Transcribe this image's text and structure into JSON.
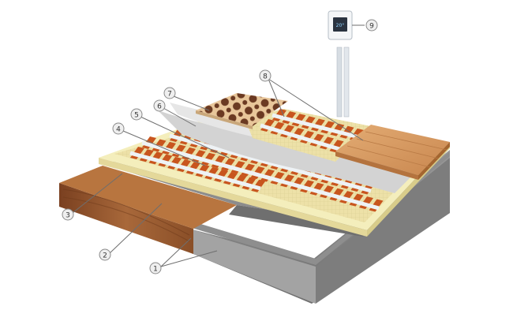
{
  "diagram": {
    "callouts": [
      {
        "id": "c1",
        "label": "1"
      },
      {
        "id": "c2",
        "label": "2"
      },
      {
        "id": "c3",
        "label": "3"
      },
      {
        "id": "c4",
        "label": "4"
      },
      {
        "id": "c5",
        "label": "5"
      },
      {
        "id": "c6",
        "label": "6"
      },
      {
        "id": "c7",
        "label": "7"
      },
      {
        "id": "c8",
        "label": "8"
      },
      {
        "id": "c9",
        "label": "9"
      }
    ],
    "thermostat_display": "20°"
  },
  "colors": {
    "concrete": "#8e8e8e",
    "screed": "#b3b3b3",
    "insulation": "#f4eebc",
    "mesh": "#e2d7a0",
    "cable": "#c8551e",
    "tape": "#eef2f5",
    "adhesive": "#d8d8d8",
    "wood": "#d89a63",
    "tile_dark": "#6b3a22",
    "tile_light": "#e8c69a",
    "subfloor": "#9c5e33",
    "callout_fill": "#efefef",
    "callout_stroke": "#8a8a8a"
  }
}
